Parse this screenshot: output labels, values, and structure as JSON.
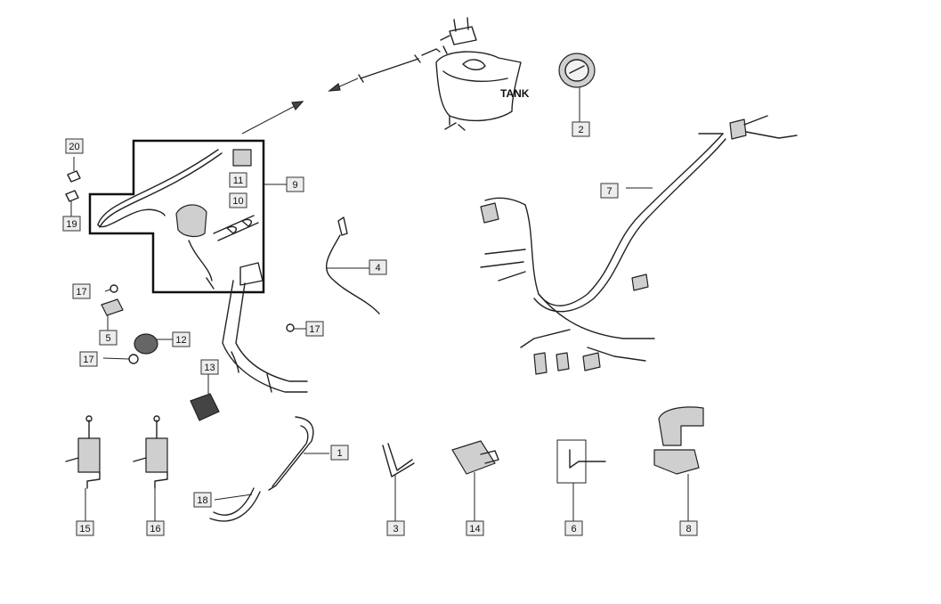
{
  "tank_label": "TANK",
  "callouts": [
    {
      "id": "c1",
      "text": "1"
    },
    {
      "id": "c2",
      "text": "2"
    },
    {
      "id": "c3",
      "text": "3"
    },
    {
      "id": "c4",
      "text": "4"
    },
    {
      "id": "c5",
      "text": "5"
    },
    {
      "id": "c6",
      "text": "6"
    },
    {
      "id": "c7",
      "text": "7"
    },
    {
      "id": "c8",
      "text": "8"
    },
    {
      "id": "c9",
      "text": "9"
    },
    {
      "id": "c10",
      "text": "10"
    },
    {
      "id": "c11",
      "text": "11"
    },
    {
      "id": "c12",
      "text": "12"
    },
    {
      "id": "c13",
      "text": "13"
    },
    {
      "id": "c14",
      "text": "14"
    },
    {
      "id": "c15",
      "text": "15"
    },
    {
      "id": "c16",
      "text": "16"
    },
    {
      "id": "c17a",
      "text": "17"
    },
    {
      "id": "c17b",
      "text": "17"
    },
    {
      "id": "c17c",
      "text": "17"
    },
    {
      "id": "c18",
      "text": "18"
    },
    {
      "id": "c19",
      "text": "19"
    },
    {
      "id": "c20",
      "text": "20"
    }
  ]
}
